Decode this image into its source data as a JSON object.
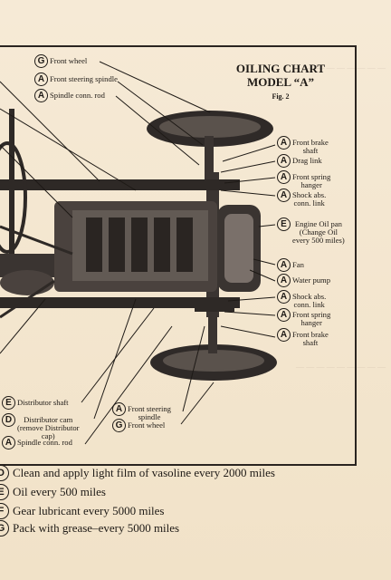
{
  "chart": {
    "title_line1": "OILING CHART",
    "title_line2": "MODEL “A”",
    "fig_label": "Fig. 2"
  },
  "labels": {
    "front_wheel_top": {
      "code": "G",
      "text": "Front wheel"
    },
    "front_steering_spindle_top": {
      "code": "A",
      "text": "Front steering spindle"
    },
    "spindle_conn_rod_top": {
      "code": "A",
      "text": "Spindle conn. rod"
    },
    "front_brake_shaft_top": {
      "code": "A",
      "line1": "Front brake",
      "line2": "shaft"
    },
    "drag_link": {
      "code": "A",
      "text": "Drag link"
    },
    "front_spring_hanger_top": {
      "code": "A",
      "line1": "Front spring",
      "line2": "hanger"
    },
    "shock_abs_conn_link_top": {
      "code": "A",
      "line1": "Shock abs.",
      "line2": "conn. link"
    },
    "engine_oil_pan": {
      "code": "E",
      "line1": "Engine Oil pan",
      "line2": "(Change Oil",
      "line3": "every 500 miles)"
    },
    "fan": {
      "code": "A",
      "text": "Fan"
    },
    "water_pump": {
      "code": "A",
      "text": "Water pump"
    },
    "shock_abs_conn_link_bottom": {
      "code": "A",
      "line1": "Shock abs.",
      "line2": "conn. link"
    },
    "front_spring_hanger_bottom": {
      "code": "A",
      "line1": "Front spring",
      "line2": "hanger"
    },
    "front_brake_shaft_bottom": {
      "code": "A",
      "line1": "Front brake",
      "line2": "shaft"
    },
    "front_steering_spindle_bottom": {
      "code": "A",
      "line1": "Front steering",
      "line2": "spindle"
    },
    "front_wheel_bottom": {
      "code": "G",
      "text": "Front wheel"
    },
    "distributor_shaft": {
      "code": "E",
      "text": "Distributor shaft"
    },
    "distributor_cam": {
      "code": "D",
      "line1": "Distributor cam",
      "line2": "(remove Distributor",
      "line3": "cap)"
    },
    "spindle_conn_rod_bottom": {
      "code": "A",
      "text": "Spindle conn. rod"
    }
  },
  "legend": [
    {
      "code": "D",
      "text": "Clean and apply light film of vasoline every 2000 miles"
    },
    {
      "code": "E",
      "text": "Oil every 500 miles"
    },
    {
      "code": "F",
      "text": "Gear lubricant every 5000 miles"
    },
    {
      "code": "G",
      "text": "Pack with grease–every 5000 miles"
    }
  ],
  "colors": {
    "paper": "#f3e6d0",
    "ink": "#1e1a16",
    "chassis_dark": "#3a3431"
  }
}
